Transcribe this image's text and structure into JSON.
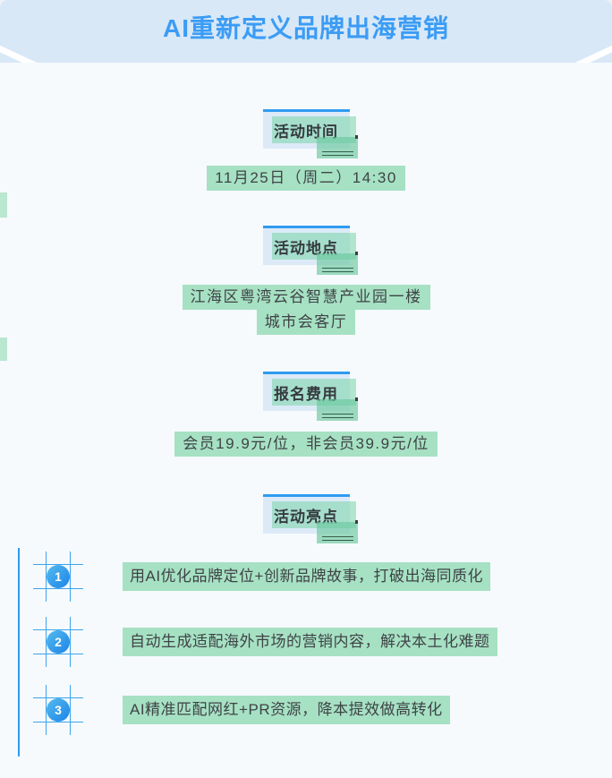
{
  "header": {
    "title": "AI重新定义品牌出海营销"
  },
  "sections": [
    {
      "heading": "活动时间",
      "lines": [
        "11月25日（周二）14:30"
      ]
    },
    {
      "heading": "活动地点",
      "lines": [
        "江海区粤湾云谷智慧产业园一楼",
        "城市会客厅"
      ]
    },
    {
      "heading": "报名费用",
      "lines": [
        "会员19.9元/位，非会员39.9元/位"
      ]
    },
    {
      "heading": "活动亮点",
      "items": [
        {
          "number": "1",
          "text": "用AI优化品牌定位+创新品牌故事，打破出海同质化"
        },
        {
          "number": "2",
          "text": "自动生成适配海外市场的营销内容，解决本土化难题"
        },
        {
          "number": "3",
          "text": "AI精准匹配网红+PR资源，降本提效做高转化"
        }
      ]
    }
  ],
  "colors": {
    "accent_blue": "#2F9BF1",
    "title_blue": "#3B9CF5",
    "banner_bg": "#D8E8F7",
    "highlight_green": "#A6E1C3",
    "body_bg": "#F6FAFD"
  }
}
